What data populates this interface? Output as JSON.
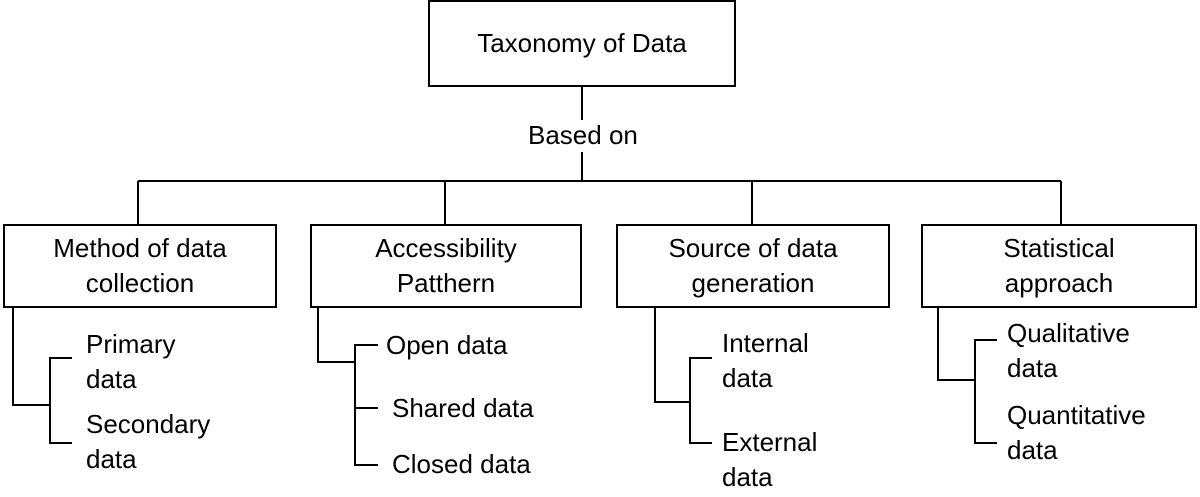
{
  "root": {
    "title": "Taxonomy of Data"
  },
  "connector_label": "Based on",
  "categories": [
    {
      "title_lines": [
        "Method of data",
        "collection"
      ],
      "items": [
        {
          "lines": [
            "Primary",
            "data"
          ]
        },
        {
          "lines": [
            "Secondary",
            "data"
          ]
        }
      ]
    },
    {
      "title_lines": [
        "Accessibility",
        "Patthern"
      ],
      "items": [
        {
          "lines": [
            "Open data"
          ]
        },
        {
          "lines": [
            "Shared data"
          ]
        },
        {
          "lines": [
            "Closed data"
          ]
        }
      ]
    },
    {
      "title_lines": [
        "Source of data",
        "generation"
      ],
      "items": [
        {
          "lines": [
            "Internal",
            "data"
          ]
        },
        {
          "lines": [
            "External",
            "data"
          ]
        }
      ]
    },
    {
      "title_lines": [
        "Statistical",
        "approach"
      ],
      "items": [
        {
          "lines": [
            "Qualitative",
            "data"
          ]
        },
        {
          "lines": [
            "Quantitative",
            "data"
          ]
        }
      ]
    }
  ]
}
